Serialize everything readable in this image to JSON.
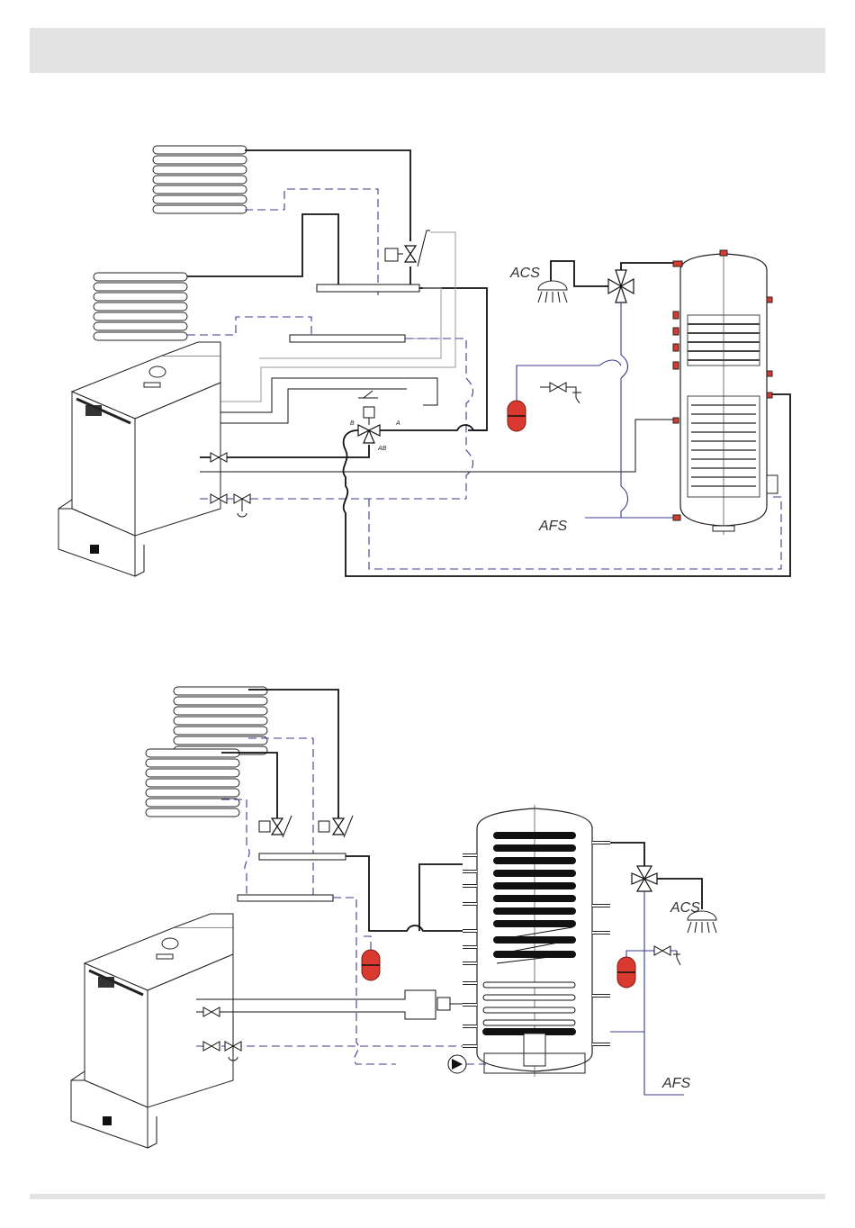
{
  "labels": {
    "acs": "ACS",
    "afs": "AFS",
    "port_a": "A",
    "port_b": "B",
    "port_ab": "AB"
  },
  "colors": {
    "header_band": "#e3e3e3",
    "supply_line": "#111111",
    "return_line": "#3b3b8f",
    "expansion_vessel": "#d9392f"
  },
  "icons": [
    "radiator-icon",
    "boiler-icon",
    "three-way-valve-icon",
    "shutoff-valve-icon",
    "expansion-vessel-icon",
    "shower-icon",
    "storage-tank-icon",
    "pump-icon",
    "safety-valve-icon"
  ]
}
